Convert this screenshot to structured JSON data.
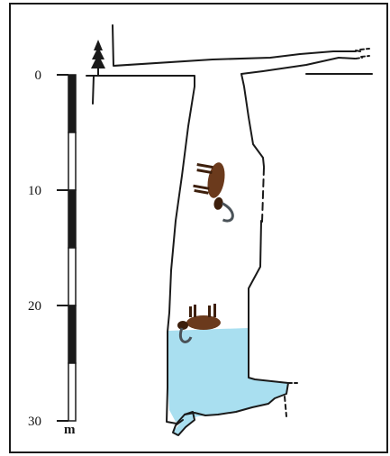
{
  "scale": {
    "unit": "m",
    "tick_labels": [
      "0",
      "10",
      "20",
      "30"
    ],
    "ticks_m": [
      0,
      10,
      20,
      30
    ],
    "segment_m": 5,
    "range_m": [
      0,
      30
    ]
  },
  "colors": {
    "outline": "#1a1a1a",
    "water": "#a9dff0",
    "animal_body": "#6b3a1c",
    "animal_dark": "#3d1f0c",
    "horn": "#4a5258"
  },
  "icons": {
    "tree": "conifer-tree-icon",
    "animal_upper": "ibex-icon",
    "animal_lower": "ibex-icon"
  }
}
